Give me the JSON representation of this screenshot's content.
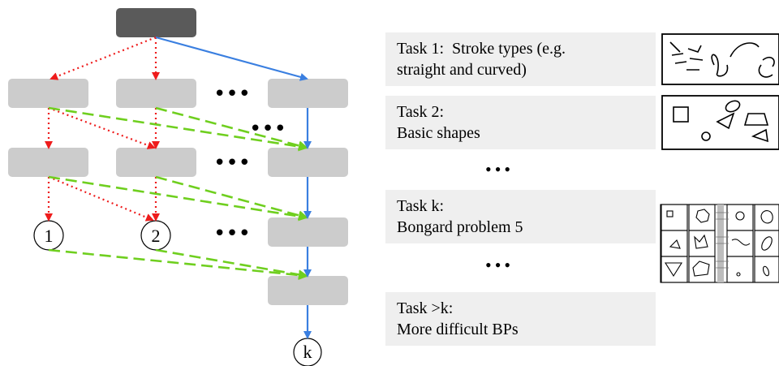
{
  "tree": {
    "leaf_labels": [
      "1",
      "2",
      "k"
    ],
    "ellipsis": "•••",
    "colors": {
      "root": "#5a5a5a",
      "node": "#cccccc",
      "dotted_arrow": "#ee1c1c",
      "dashed_arrow": "#6fcf1f",
      "solid_arrow": "#3a7fe0"
    }
  },
  "tasks": [
    {
      "title": "Task 1:  Stroke types (e.g.",
      "desc": "straight and curved)"
    },
    {
      "title": "Task 2:",
      "desc": "Basic shapes"
    },
    {
      "title": "Task k:",
      "desc": "Bongard problem 5"
    },
    {
      "title": "Task >k:",
      "desc": "More difficult BPs"
    }
  ],
  "task_ellipsis": "•••"
}
